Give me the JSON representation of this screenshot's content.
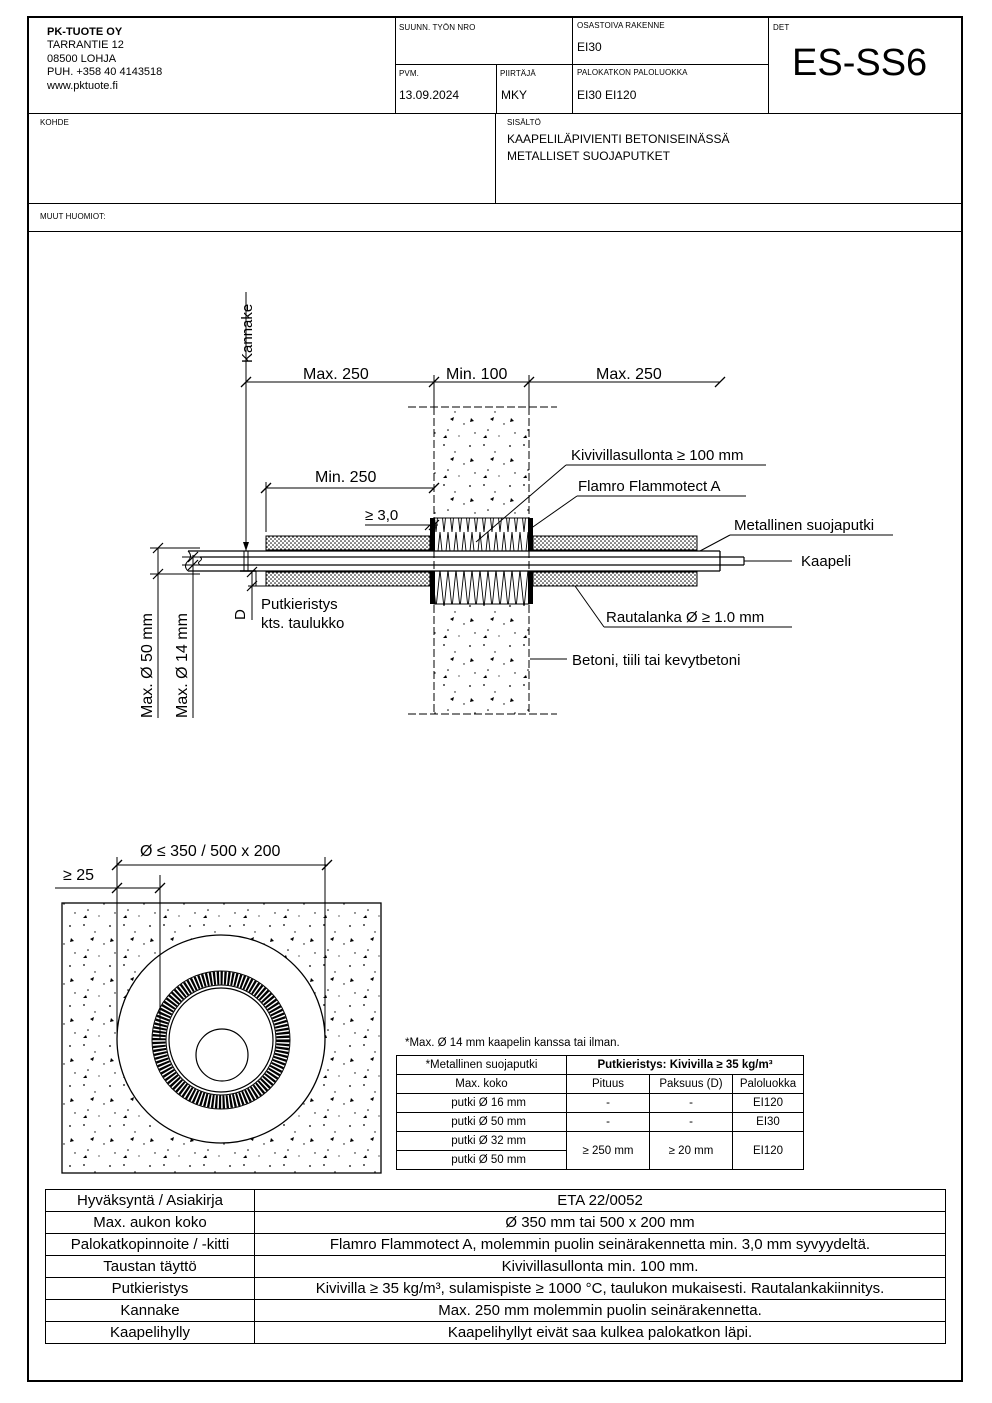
{
  "company": {
    "name": "PK-TUOTE OY",
    "street": "TARRANTIE 12",
    "postal": "08500 LOHJA",
    "phone": "PUH. +358 40 4143518",
    "web": "www.pktuote.fi"
  },
  "header": {
    "design_no_label": "SUUNN. TYÖN NRO",
    "design_no": "",
    "date_label": "PVM.",
    "date": "13.09.2024",
    "drawer_label": "PIIRTÄJÄ",
    "drawer": "MKY",
    "compartment_label": "OSASTOIVA RAKENNE",
    "compartment": "EI30",
    "fire_class_label": "PALOKATKON PALOLUOKKA",
    "fire_class": "EI30 EI120",
    "det_label": "DET",
    "det": "ES-SS6"
  },
  "info": {
    "kohde_label": "KOHDE",
    "kohde": "",
    "sisalto_label": "SISÄLTÖ",
    "sisalto_line1": "KAAPELILÄPIVIENTI BETONISEINÄSSÄ",
    "sisalto_line2": "METALLISET SUOJAPUTKET",
    "muut_label": "MUUT HUOMIOT:"
  },
  "section_drawing": {
    "kannake": "Kannake",
    "max250_left": "Max. 250",
    "min100": "Min. 100",
    "max250_right": "Max. 250",
    "min250": "Min. 250",
    "ge30": "≥ 3,0",
    "kivivilla": "Kivivillasullonta ≥ 100 mm",
    "flamro": "Flamro Flammotect A",
    "metallinen": "Metallinen suojaputki",
    "kaapeli": "Kaapeli",
    "d": "D",
    "putkieristys_1": "Putkieristys",
    "putkieristys_2": "kts. taulukko",
    "rautalanka": "Rautalanka Ø ≥ 1.0 mm",
    "betoni": "Betoni, tiili tai kevytbetoni",
    "max50": "Max. Ø 50 mm",
    "max14": "Max. Ø 14 mm"
  },
  "front_drawing": {
    "diameter": "Ø ≤ 350 / 500 x 200",
    "ge25": "≥ 25"
  },
  "pipe_table": {
    "note": "*Max. Ø 14 mm kaapelin kanssa tai ilman.",
    "h1": "*Metallinen suojaputki",
    "h2_bold": "Putkieristys:  Kivivilla ≥ 35 kg/m³",
    "sub1": "Max. koko",
    "sub2": "Pituus",
    "sub3": "Paksuus (D)",
    "sub4": "Paloluokka",
    "rows": [
      {
        "size": "putki Ø 16 mm",
        "len": "-",
        "thick": "-",
        "cls": "EI120"
      },
      {
        "size": "putki Ø 50 mm",
        "len": "-",
        "thick": "-",
        "cls": "EI30"
      },
      {
        "size": "putki Ø 32 mm",
        "len": "≥ 250 mm",
        "thick": "≥ 20 mm",
        "cls": "EI120"
      },
      {
        "size": "putki Ø 50 mm"
      }
    ]
  },
  "bottom_table": [
    {
      "k": "Hyväksyntä / Asiakirja",
      "v": "ETA 22/0052"
    },
    {
      "k": "Max. aukon koko",
      "v": "Ø 350 mm tai 500 x 200 mm"
    },
    {
      "k": "Palokatkopinnoite / -kitti",
      "v": "Flamro Flammotect A, molemmin puolin seinärakennetta min. 3,0 mm syvyydeltä."
    },
    {
      "k": "Taustan täyttö",
      "v": "Kivivillasullonta min. 100 mm."
    },
    {
      "k": "Putkieristys",
      "v": "Kivivilla ≥ 35 kg/m³, sulamispiste ≥ 1000 °C, taulukon mukaisesti. Rautalankakiinnitys."
    },
    {
      "k": "Kannake",
      "v": "Max. 250 mm molemmin puolin seinärakennetta."
    },
    {
      "k": "Kaapelihylly",
      "v": "Kaapelihyllyt eivät saa kulkea palokatkon läpi."
    }
  ]
}
